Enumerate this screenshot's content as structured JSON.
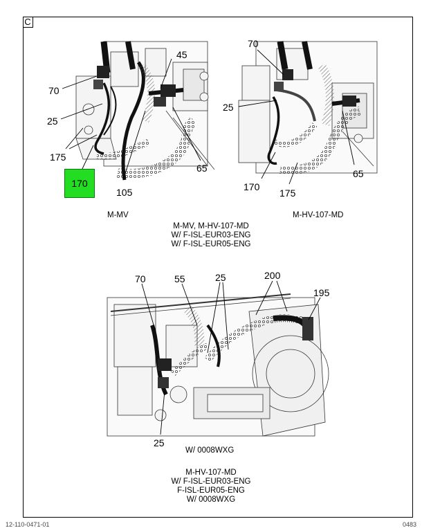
{
  "section_tag": "C",
  "views": {
    "top_left": {
      "callouts": [
        "70",
        "45",
        "25",
        "175",
        "105",
        "65"
      ],
      "highlight": {
        "label": "170",
        "color": "#22dd22"
      },
      "caption": "M-MV"
    },
    "top_right": {
      "callouts": [
        "70",
        "25",
        "170",
        "175",
        "65"
      ],
      "caption": "M-HV-107-MD"
    },
    "shared_caption": [
      "M-MV, M-HV-107-MD",
      "W/ F-ISL-EUR03-ENG",
      "W/ F-ISL-EUR05-ENG"
    ],
    "bottom": {
      "callouts": [
        "70",
        "55",
        "25",
        "200",
        "195",
        "25"
      ],
      "caption": "W/ 0008WXG"
    },
    "bottom_caption": [
      "M-HV-107-MD",
      "W/ F-ISL-EUR03-ENG",
      "F-ISL-EUR05-ENG",
      "W/ 0008WXG"
    ]
  },
  "footer": {
    "left": "12-110-0471-01",
    "right": "0483"
  }
}
